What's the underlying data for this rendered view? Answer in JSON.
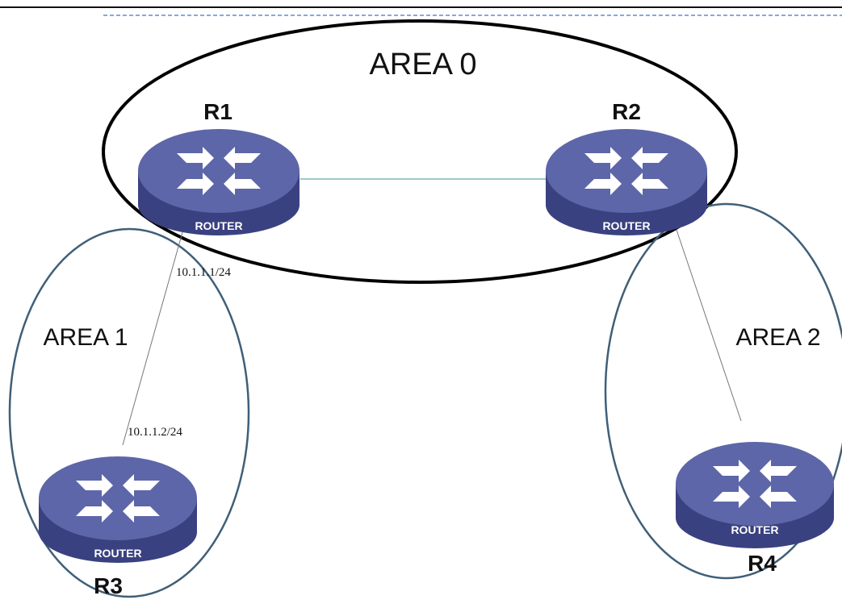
{
  "areas": {
    "area0": "AREA 0",
    "area1": "AREA 1",
    "area2": "AREA 2"
  },
  "routers": {
    "r1": {
      "name": "R1",
      "plate": "ROUTER"
    },
    "r2": {
      "name": "R2",
      "plate": "ROUTER"
    },
    "r3": {
      "name": "R3",
      "plate": "ROUTER"
    },
    "r4": {
      "name": "R4",
      "plate": "ROUTER"
    }
  },
  "links": {
    "r1_r3": {
      "ip_r1": "10.1.1.1/24",
      "ip_r3": "10.1.1.2/24"
    }
  },
  "colors": {
    "router_top": "#5d66a8",
    "router_side": "#3a4180",
    "area0_border": "#000000",
    "area_border": "#3f5f78",
    "dashed_line": "#5b8fd4",
    "link_line": "#7fb5b5"
  }
}
